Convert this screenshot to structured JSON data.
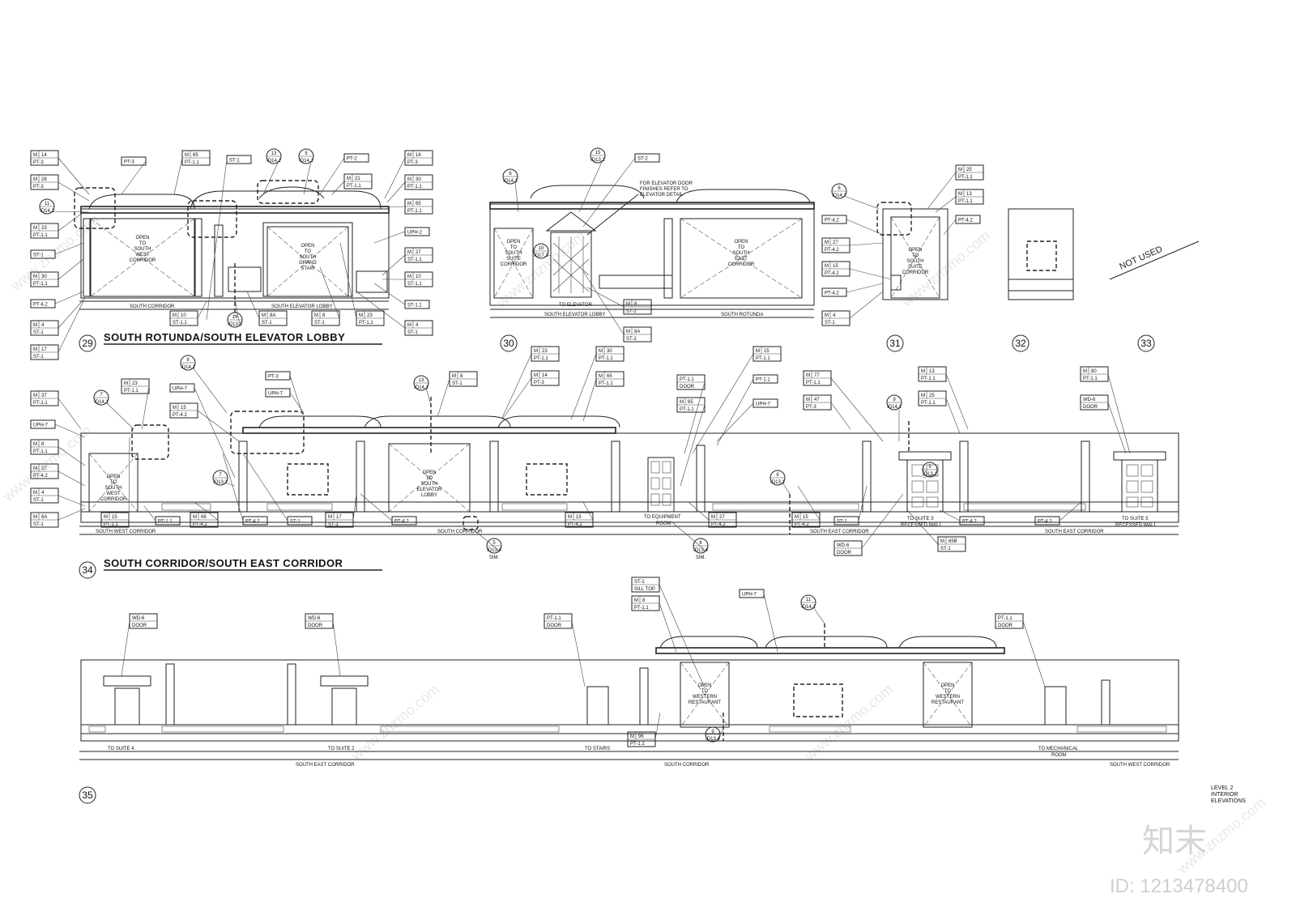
{
  "titles": {
    "e29": "SOUTH ROTUNDA/SOUTH ELEVATOR LOBBY",
    "e34": "SOUTH CORRIDOR/SOUTH EAST CORRIDOR"
  },
  "numbers": {
    "n29": "29",
    "n30": "30",
    "n31": "31",
    "n32": "32",
    "n33": "33",
    "n34": "34",
    "n35": "35"
  },
  "not_used": "NOT USED",
  "sheet_label": [
    "LEVEL 2",
    "INTERIOR",
    "ELEVATIONS"
  ],
  "watermark": {
    "brand": "知末",
    "id": "ID: 1213478400",
    "site": "www.znzmo.com"
  },
  "notes": {
    "elevator": [
      "FOR ELEVATOR DOOR",
      "FINISHES REFER TO",
      "ELEVATOR DETAIL"
    ]
  },
  "openings": {
    "o1": [
      "OPEN",
      "TO",
      "SOUTH",
      "WEST",
      "CORRIDOR"
    ],
    "o2": [
      "OPEN",
      "TO",
      "SOUTH",
      "GRAND",
      "STAIR"
    ],
    "o3": [
      "OPEN",
      "TO",
      "SOUTH",
      "SUITE",
      "CORRIDOR"
    ],
    "o4": [
      "OPEN",
      "TO",
      "SOUTH",
      "EAST",
      "CORRIDOR"
    ],
    "o5": [
      "OPEN",
      "TO",
      "SOUTH",
      "SUITE",
      "CORRIDOR"
    ],
    "o6": [
      "OPEN",
      "TO",
      "SOUTH",
      "WEST",
      "CORRIDOR"
    ],
    "o7": [
      "OPEN",
      "TO",
      "SOUTH",
      "ELEVATOR",
      "LOBBY"
    ],
    "o8": [
      "OPEN",
      "TO",
      "WESTERN",
      "RESTAURANT"
    ],
    "o9": [
      "OPEN",
      "TO",
      "WESTERN",
      "RESTAURANT"
    ]
  },
  "zones": {
    "z1": "SOUTH CORRIDOR",
    "z2": "SOUTH ELEVATOR LOBBY",
    "z3": "SOUTH ELEVATOR LOBBY",
    "z4": "SOUTH ROTUNDA",
    "z5": "SOUTH WEST CORRIDOR",
    "z6": "SOUTH CORRIDOR",
    "z7": "SOUTH EAST CORRIDOR",
    "z8": "SOUTH EAST CORRIDOR",
    "z9": "SOUTH EAST CORRIDOR",
    "z10": "SOUTH CORRIDOR",
    "z11": "SOUTH WEST CORRIDOR",
    "z12": "TO ELEVATOR",
    "z13": "TO EQUIPMENT",
    "z14": "ROOM",
    "z15": "TO SUITE 3",
    "z16": "RECESSED WALL",
    "z17": "TO SUITE 5",
    "z18": "RECESSED WALL",
    "z19": "TO SUITE 4",
    "z20": "TO SUITE 2",
    "z21": "TO STAIRS",
    "z22": "TO MECHANICAL",
    "z23": "ROOM"
  },
  "tags": {
    "t1": [
      "M",
      "14",
      "PT-3"
    ],
    "t2": [
      "M",
      "28",
      "PT-3"
    ],
    "t3": [
      "M",
      "23",
      "PT-1.1"
    ],
    "t4": [
      "ST-1"
    ],
    "t5": [
      "M",
      "30",
      "PT-1.1"
    ],
    "t6": [
      "PT-4.2"
    ],
    "t7": [
      "M",
      "4",
      "ST-1"
    ],
    "t8": [
      "M",
      "17",
      "ST-1"
    ],
    "t9": [
      "PT-3"
    ],
    "t10": [
      "M",
      "65",
      "PT-1.1"
    ],
    "t11": [
      "ST-1"
    ],
    "t12": [
      "PT-2"
    ],
    "t13": [
      "M",
      "21",
      "PT-1.1"
    ],
    "t14": [
      "M",
      "16",
      "PT-3"
    ],
    "t15": [
      "M",
      "30",
      "PT-1.1"
    ],
    "t16": [
      "M",
      "65",
      "PT-1.1"
    ],
    "t17": [
      "UPH-2"
    ],
    "t18": [
      "M",
      "27",
      "ST-1.1"
    ],
    "t19": [
      "M",
      "10",
      "ST-1.1"
    ],
    "t20": [
      "ST-1.1"
    ],
    "t21": [
      "M",
      "4",
      "ST-1"
    ],
    "t22": [
      "M",
      "10",
      "ST-1.1"
    ],
    "t23": [
      "M",
      "8A",
      "ST-1"
    ],
    "t24": [
      "M",
      "8",
      "ST-1"
    ],
    "t25": [
      "M",
      "23",
      "PT-1.1"
    ],
    "t26": [
      "ST-2"
    ],
    "t27": [
      "M",
      "8",
      "ST-2"
    ],
    "t28": [
      "M",
      "8A",
      "ST-2"
    ],
    "t29": [
      "PT-4.2"
    ],
    "t30": [
      "M",
      "27",
      "PT-4.2"
    ],
    "t31": [
      "M",
      "15",
      "PT-4.2"
    ],
    "t32": [
      "PT-4.2"
    ],
    "t33": [
      "M",
      "4",
      "ST-1"
    ],
    "t34": [
      "M",
      "25",
      "PT-1.1"
    ],
    "t35": [
      "M",
      "13",
      "PT-1.1"
    ],
    "t36": [
      "PT-4.2"
    ],
    "t37": [
      "M",
      "37",
      "PT-1.1"
    ],
    "t38": [
      "UPH-7"
    ],
    "t39": [
      "M",
      "8",
      "PT-1.1"
    ],
    "t40": [
      "M",
      "27",
      "PT-4.2"
    ],
    "t41": [
      "M",
      "4",
      "ST-1"
    ],
    "t42": [
      "M",
      "8A",
      "ST-1"
    ],
    "t43": [
      "M",
      "23",
      "PT-1.1"
    ],
    "t44": [
      "UPH-7"
    ],
    "t45": [
      "M",
      "15",
      "PT-4.2"
    ],
    "t46": [
      "PT-3"
    ],
    "t47": [
      "UPH-7"
    ],
    "t48": [
      "M",
      "8",
      "ST-1"
    ],
    "t49": [
      "M",
      "23",
      "PT-1.1"
    ],
    "t50": [
      "M",
      "14",
      "PT-3"
    ],
    "t51": [
      "M",
      "30",
      "PT-1.1"
    ],
    "t52": [
      "M",
      "65",
      "PT-1.1"
    ],
    "t53": [
      "M",
      "15",
      "PT-1.1"
    ],
    "t54": [
      "PT-1.1",
      "DOOR"
    ],
    "t55": [
      "M",
      "65",
      "PT-1.1"
    ],
    "t56": [
      "PT-1.1"
    ],
    "t57": [
      "UPH-7"
    ],
    "t58": [
      "M",
      "77",
      "PT-1.1"
    ],
    "t59": [
      "M",
      "47",
      "PT-3"
    ],
    "t60": [
      "M",
      "13",
      "PT-1.1"
    ],
    "t61": [
      "M",
      "25",
      "PT-1.1"
    ],
    "t62": [
      "M",
      "80",
      "PT-1.1"
    ],
    "t63": [
      "WD-6",
      "DOOR"
    ],
    "t64": [
      "M",
      "15",
      "PT-1.1"
    ],
    "t65": [
      "PT-1.1"
    ],
    "t66": [
      "M",
      "68",
      "PT-4.2"
    ],
    "t67": [
      "PT-4.2"
    ],
    "t68": [
      "ST-1"
    ],
    "t69": [
      "M",
      "17",
      "ST-1"
    ],
    "t70": [
      "PT-4.2"
    ],
    "t71": [
      "M",
      "15",
      "PT-4.2"
    ],
    "t72": [
      "M",
      "27",
      "PT-4.2"
    ],
    "t73": [
      "M",
      "15",
      "PT-4.2"
    ],
    "t74": [
      "ST-1"
    ],
    "t75": [
      "PT-4.2"
    ],
    "t76": [
      "PT-4.2"
    ],
    "t77": [
      "WD-6",
      "DOOR"
    ],
    "t78": [
      "M",
      "65B",
      "ST-1"
    ],
    "t79": [
      "WD-6",
      "DOOR"
    ],
    "t80": [
      "WD-6",
      "DOOR"
    ],
    "t81": [
      "PT-1.1",
      "DOOR"
    ],
    "t82": [
      "ST-1",
      "SILL TOP"
    ],
    "t83": [
      "M",
      "8",
      "PT-1.1"
    ],
    "t84": [
      "UPH-7"
    ],
    "t85": [
      "PT-1.1",
      "DOOR"
    ],
    "t86": [
      "M",
      "96",
      "PT-1.1"
    ]
  },
  "bubbles": {
    "b1": [
      "11",
      "ID14.1"
    ],
    "b2": [
      "13",
      "ID14.1"
    ],
    "b3": [
      "5",
      "ID14.1"
    ],
    "b4": [
      "14",
      "ID13.1"
    ],
    "b5": [
      "6",
      "ID14.1"
    ],
    "b6": [
      "15",
      "ID13.1"
    ],
    "b7": [
      "10",
      "ID17.1"
    ],
    "b8": [
      "6",
      "ID14.1"
    ],
    "b9": [
      "8",
      "ID14.1"
    ],
    "b10": [
      "7",
      "ID14.1"
    ],
    "b11": [
      "13",
      "ID14.1"
    ],
    "b12": [
      "9",
      "ID14.1"
    ],
    "b13": [
      "7",
      "ID13.1"
    ],
    "b14": [
      "6",
      "ID13.1"
    ],
    "b15": [
      "5",
      "ID13.1"
    ],
    "b16": [
      "5",
      "ID13.4",
      "SIM."
    ],
    "b17": [
      "6",
      "ID13.4",
      "SIM."
    ],
    "b18": [
      "11",
      "ID14.1"
    ],
    "b19": [
      "9",
      "ID13.4"
    ]
  }
}
